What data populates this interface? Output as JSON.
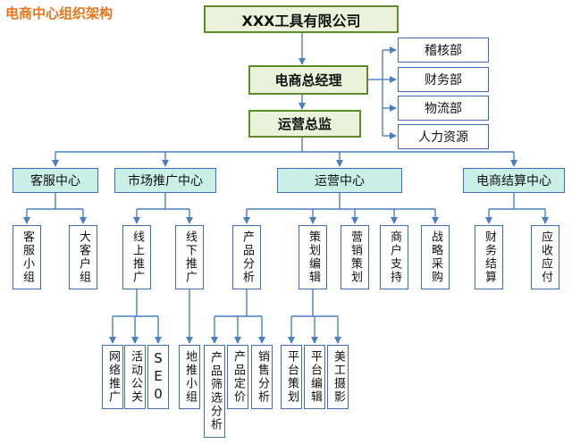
{
  "title": "电商中心组织架构",
  "company": "XXX工具有限公司",
  "gm": "电商总经理",
  "ops_director": "运营总监",
  "side_departments": [
    "稽核部",
    "财务部",
    "物流部",
    "人力资源"
  ],
  "centers": {
    "service": "客服中心",
    "marketing": "市场推广中心",
    "operations": "运营中心",
    "settlement": "电商结算中心"
  },
  "service_units": [
    "客服小组",
    "大客户组"
  ],
  "marketing_units": [
    "线上推广",
    "线下推广"
  ],
  "operations_units": [
    "产品分析",
    "策划编辑",
    "营销策划",
    "商户支持",
    "战略采购"
  ],
  "settlement_units": [
    "财务结算",
    "应收应付"
  ],
  "online_teams": [
    "网络推广",
    "活动公关",
    "SE0"
  ],
  "offline_teams": [
    "地推小组"
  ],
  "analysis_teams": [
    "产品筛选分析",
    "产品定价",
    "销售分析"
  ],
  "editing_teams": [
    "平台策划",
    "平台编辑",
    "美工摄影"
  ],
  "colors": {
    "line": "#4a7fc1",
    "title": "#e8741c",
    "green_border": "#5e8c2a",
    "teal_fill": "#c9efe6"
  }
}
